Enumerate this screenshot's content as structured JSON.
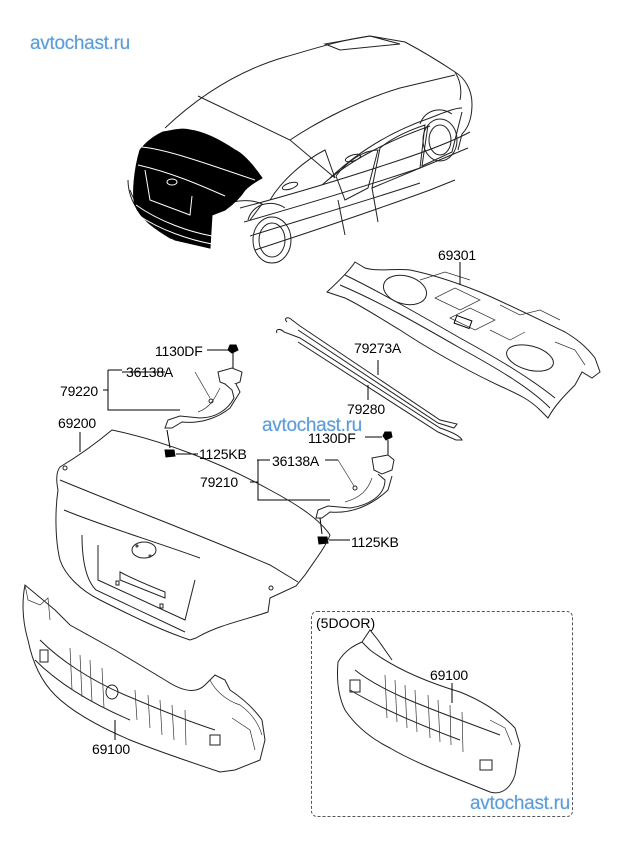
{
  "watermarks": [
    "avtochast.ru",
    "avtochast.ru",
    "avtochast.ru"
  ],
  "inset": {
    "title": "(5DOOR)"
  },
  "parts": {
    "rear_shelf_panel": "69301",
    "trunk_lid_rod_upper": "79273A",
    "trunk_lid_rod_lower": "79280",
    "left_hinge_assembly": "79220",
    "left_hinge_bushing": "36138A",
    "left_hinge_top_bolt": "1130DF",
    "left_hinge_bottom_bolt": "1125KB",
    "trunk_lid": "69200",
    "right_hinge_assembly": "79210",
    "right_hinge_bushing": "36138A",
    "right_hinge_top_bolt": "1130DF",
    "right_hinge_bottom_bolt": "1125KB",
    "back_panel": "69100",
    "back_panel_5door": "69100"
  }
}
